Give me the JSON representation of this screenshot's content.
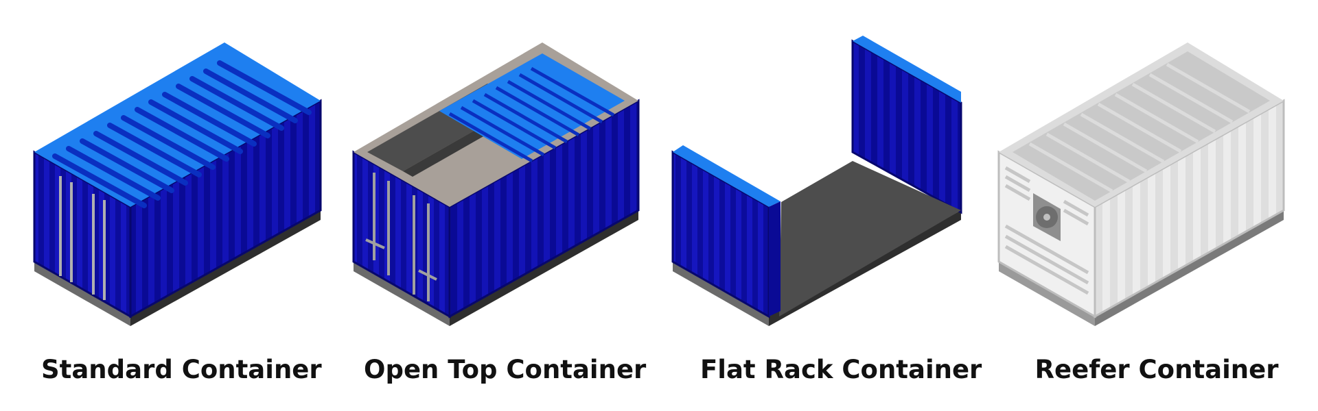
{
  "containers": [
    {
      "label": "Standard Container",
      "icon": "standard-container-icon"
    },
    {
      "label": "Open Top Container",
      "icon": "open-top-container-icon"
    },
    {
      "label": "Flat Rack Container",
      "icon": "flat-rack-container-icon"
    },
    {
      "label": "Reefer Container",
      "icon": "reefer-container-icon"
    }
  ],
  "colors": {
    "body": "#0f0fa8",
    "roof": "#1e7ff0",
    "floor": "#4d4d4d",
    "rim": "#a8a099",
    "reefer_body": "#e8e8e8",
    "text": "#111111"
  }
}
